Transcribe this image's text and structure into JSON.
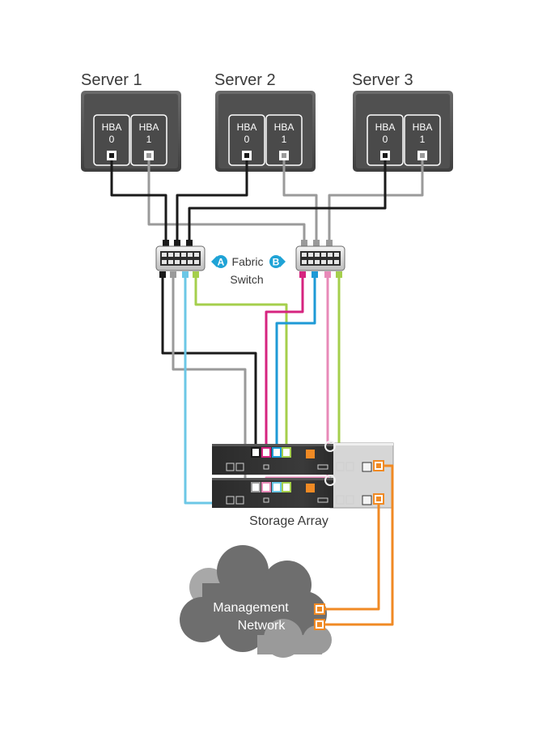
{
  "servers": [
    {
      "name": "Server 1",
      "hba0": {
        "label": "HBA",
        "num": "0"
      },
      "hba1": {
        "label": "HBA",
        "num": "1"
      }
    },
    {
      "name": "Server 2",
      "hba0": {
        "label": "HBA",
        "num": "0"
      },
      "hba1": {
        "label": "HBA",
        "num": "1"
      }
    },
    {
      "name": "Server 3",
      "hba0": {
        "label": "HBA",
        "num": "0"
      },
      "hba1": {
        "label": "HBA",
        "num": "1"
      }
    }
  ],
  "switch": {
    "badge_a": "A",
    "badge_b": "B",
    "line1": "Fabric",
    "line2": "Switch"
  },
  "storage": {
    "label": "Storage Array"
  },
  "network": {
    "line1": "Management",
    "line2": "Network"
  },
  "colors": {
    "black": "#1a1a1a",
    "gray": "#9a9a9a",
    "cyan": "#6cc7e6",
    "lime": "#a5cf4c",
    "magenta": "#d6247f",
    "blue": "#1e9ad6",
    "pink": "#e88ab8",
    "orange": "#f08a24",
    "teal_badge": "#1fa3d6"
  }
}
